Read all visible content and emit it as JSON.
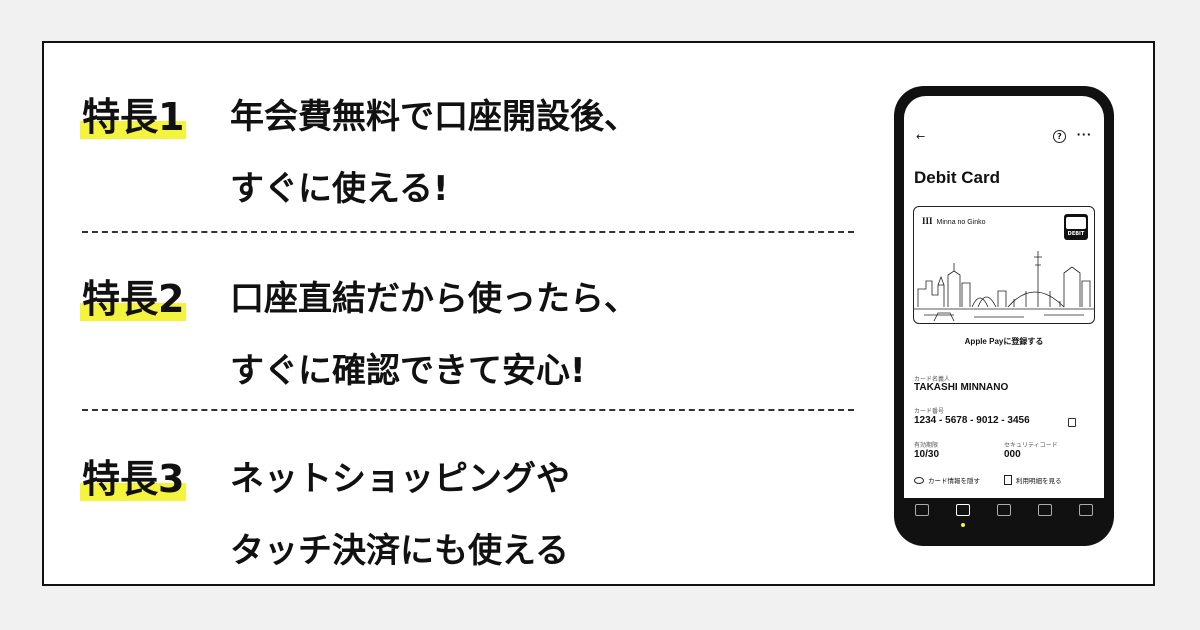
{
  "features": [
    {
      "label": "特長1",
      "lines": [
        "年会費無料で口座開設後、",
        "すぐに使える!"
      ]
    },
    {
      "label": "特長2",
      "lines": [
        "口座直結だから使ったら、",
        "すぐに確認できて安心!"
      ]
    },
    {
      "label": "特長3",
      "lines": [
        "ネットショッピングや",
        "タッチ決済にも使える"
      ]
    }
  ],
  "phone": {
    "screen_title": "Debit Card",
    "card": {
      "bank_name": "Minna no Ginko",
      "bank_mark": "III",
      "badge_text": "DEBIT"
    },
    "apple_pay": "Apple Payに登録する",
    "holder_label": "カード名義人",
    "holder_value": "TAKASHI MINNANO",
    "number_label": "カード番号",
    "number_value": "1234 - 5678 - 9012 - 3456",
    "expiry_label": "有効期限",
    "expiry_value": "10/30",
    "security_label": "セキュリティコード",
    "security_value": "000",
    "action_hide": "カード情報を隠す",
    "action_statement": "利用明細を見る",
    "icons": [
      "back-arrow-icon",
      "help-icon",
      "more-icon",
      "eye-icon",
      "document-icon",
      "wallet-icon"
    ]
  },
  "colors": {
    "highlight": "#f4f43e",
    "ink": "#111111",
    "background": "#f1f1f1"
  }
}
